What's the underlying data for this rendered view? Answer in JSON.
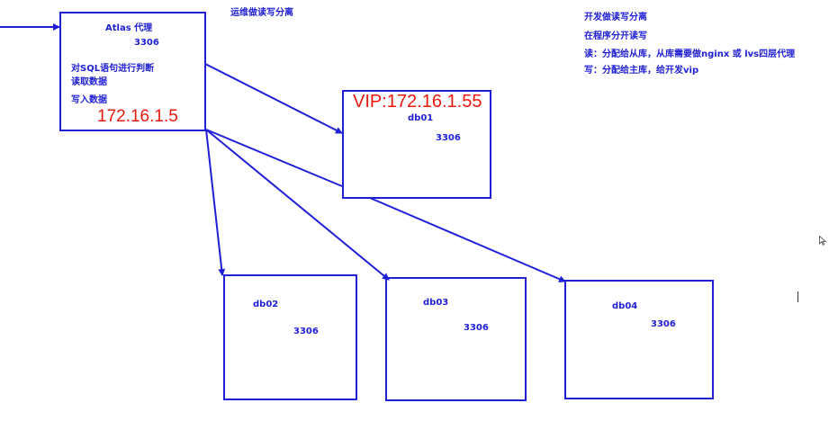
{
  "colors": {
    "line": "#1f1fd6",
    "text": "#1f1fd6",
    "ip": "#e8190e",
    "background": "#ffffff"
  },
  "top_note": "运维做读写分离",
  "dev_notes": {
    "line1": "开发做读写分离",
    "line2": "在程序分开读写",
    "line3": "读：分配给从库，从库需要做nginx 或 lvs四层代理",
    "line4": "写：分配给主库，给开发vip"
  },
  "atlas": {
    "title": "Atlas 代理",
    "port": "3306",
    "desc1": "对SQL语句进行判断",
    "desc2": "读取数据",
    "desc3": "写入数据",
    "ip": "172.16.1.5"
  },
  "db01": {
    "vip": "VIP:172.16.1.55",
    "name": "db01",
    "port": "3306"
  },
  "db02": {
    "name": "db02",
    "port": "3306"
  },
  "db03": {
    "name": "db03",
    "port": "3306"
  },
  "db04": {
    "name": "db04",
    "port": "3306"
  },
  "icons": {
    "mouse_cursor": "mouse-pointer-icon",
    "text_cursor": "text-cursor-icon"
  }
}
